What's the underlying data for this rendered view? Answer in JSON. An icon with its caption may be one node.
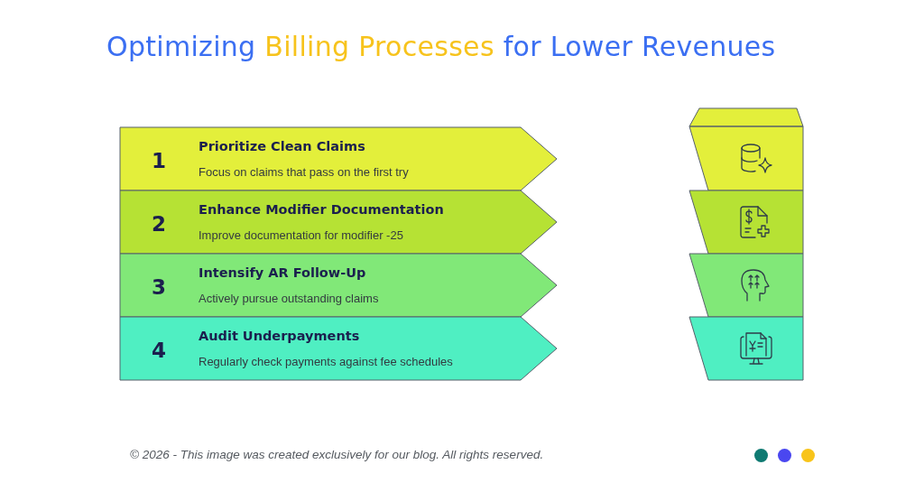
{
  "diagram": {
    "title": "Optimizing Billing Processes for Lower Revenues",
    "nodes": [
      {
        "text": [
          "1",
          "Prioritize Clean Claims",
          "Focus on claims that pass on the first try"
        ]
      },
      {
        "text": [
          "2",
          "Enhance Modifier Documentation",
          "Improve documentation for modifier -25"
        ]
      },
      {
        "text": [
          "3",
          "Intensify AR Follow-Up",
          "Actively pursue outstanding claims"
        ]
      },
      {
        "text": [
          "4",
          "Audit Underpayments",
          "Regularly check payments against fee schedules"
        ]
      },
      {
        "text": [],
        "shape": "box"
      },
      {
        "text": [],
        "shape": "box"
      },
      {
        "text": [],
        "shape": "box"
      },
      {
        "text": [],
        "shape": "box"
      }
    ],
    "labels": [
      "© 2026 - This image was created exclusively for our blog. All rights reserved."
    ]
  }
}
